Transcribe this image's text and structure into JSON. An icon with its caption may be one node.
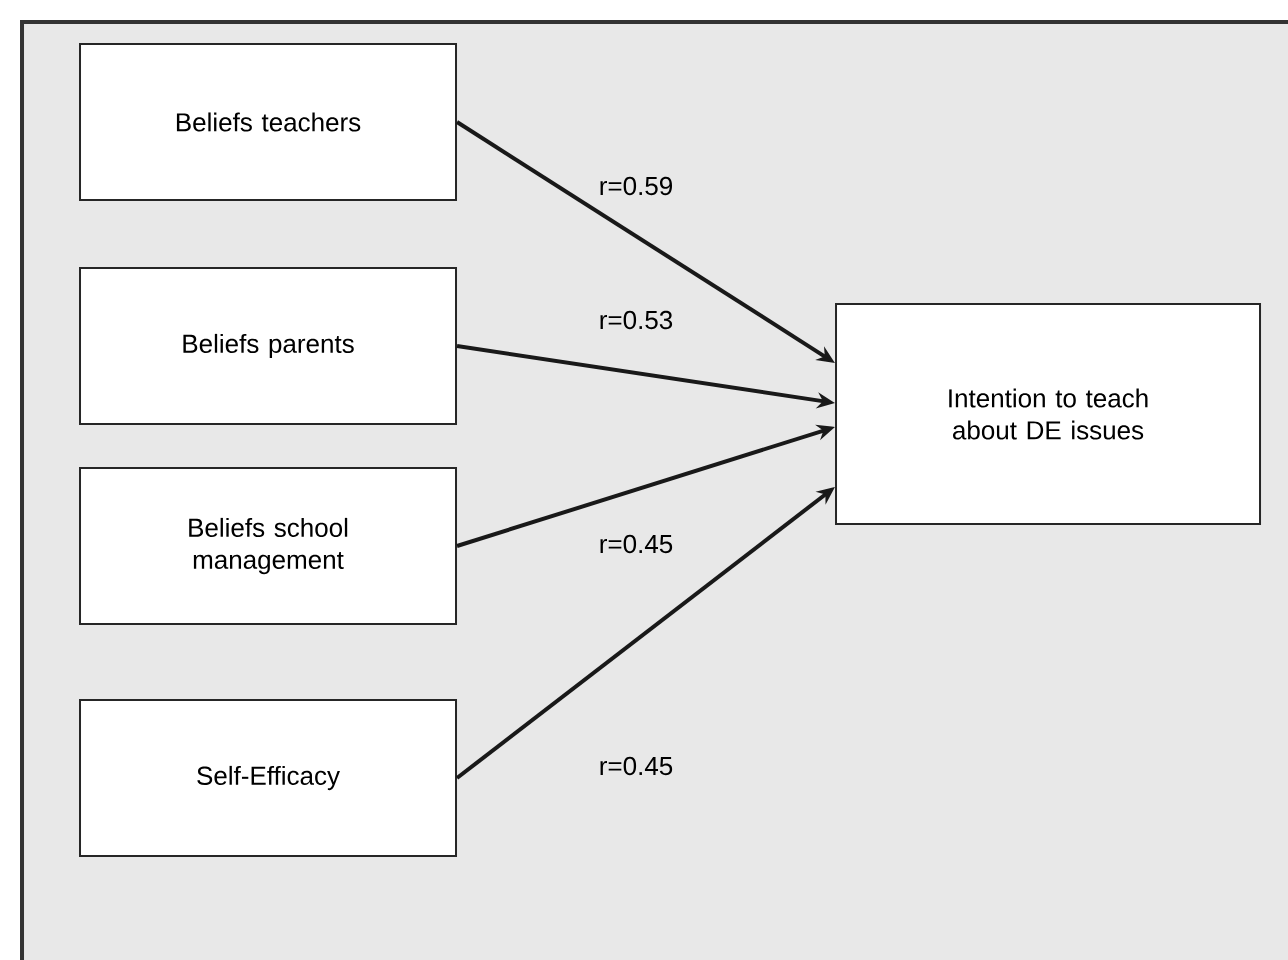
{
  "diagram": {
    "nodes": [
      {
        "text": [
          "Beliefs teachers"
        ]
      },
      {
        "text": [
          "Beliefs parents"
        ]
      },
      {
        "text": [
          "Beliefs school management"
        ]
      },
      {
        "text": [
          "Self-Efficacy"
        ]
      },
      {
        "text": [
          "Intention to teach about DE issues"
        ]
      }
    ],
    "edges": [
      {
        "from": 0,
        "to": 4,
        "arrow": "to",
        "label": "r=0.59"
      },
      {
        "from": 1,
        "to": 4,
        "arrow": "to",
        "label": "r=0.53"
      },
      {
        "from": 2,
        "to": 4,
        "arrow": "to",
        "label": "r=0.45"
      },
      {
        "from": 3,
        "to": 4,
        "arrow": "to",
        "label": "r=0.45"
      }
    ]
  }
}
